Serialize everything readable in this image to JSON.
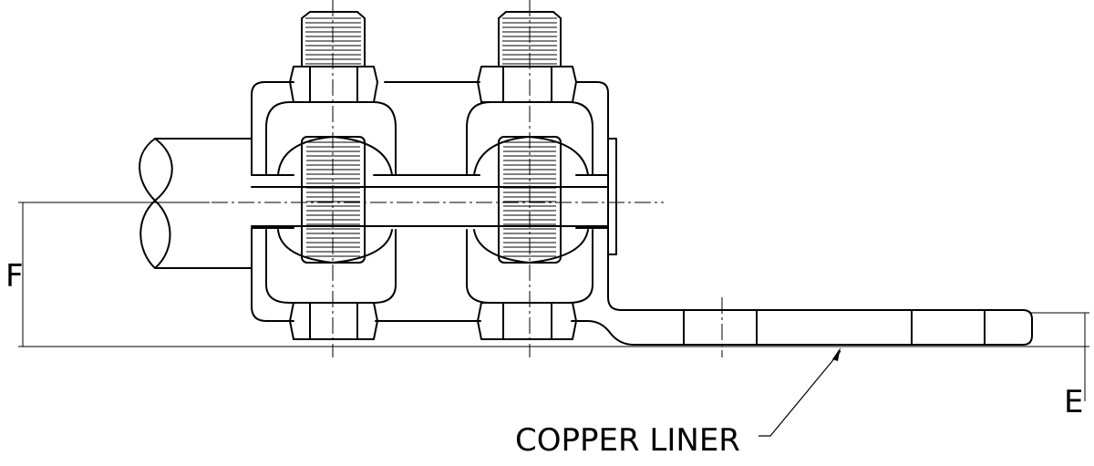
{
  "labels": {
    "dim_f": "F",
    "dim_e": "E",
    "liner": "COPPER LINER"
  },
  "colors": {
    "line": "#000000",
    "background": "#ffffff"
  }
}
